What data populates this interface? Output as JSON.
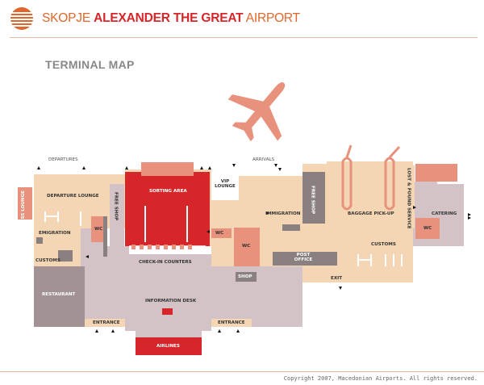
{
  "header": {
    "brand_prefix": "SKOPJE ",
    "brand_main": "ALEXANDER THE GREAT",
    "brand_suffix": " AIRPORT"
  },
  "page": {
    "title": "TERMINAL MAP"
  },
  "colors": {
    "accent": "#e2662b",
    "brand_red": "#d7262a",
    "beige": "#f4d6b4",
    "grey": "#d3c3c6",
    "salmon": "#e8917c",
    "dark_grey": "#8a8080"
  },
  "icons": {
    "airplane": "airplane-icon",
    "logo": "airport-logo-icon"
  },
  "map": {
    "departures": "DEPARTURES",
    "arrivals": "ARRIVALS",
    "business_lounge": "BUSINESS LOUNGE",
    "departure_lounge": "DEPARTURE LOUNGE",
    "duty_free_shop": "FREE SHOP",
    "sorting_area": "SORTING AREA",
    "vip_lounge": "VIP LOUNGE",
    "free_shop_arrivals": "FREE SHOP",
    "immigration": "IMMIGRATION",
    "baggage_pickup": "BAGGAGE PICK-UP",
    "lost_found": "LOST & FOUND SERVICE",
    "catering": "CATERING",
    "emigration": "EMIGRATION",
    "wc": "WC",
    "customs": "CUSTOMS",
    "post_office": "POST OFFICE",
    "check_in": "CHECK-IN COUNTERS",
    "shop": "SHOP",
    "exit": "EXIT",
    "restaurant": "RESTAURANT",
    "information_desk": "INFORMATION DESK",
    "entrance": "ENTRANCE",
    "airlines": "AIRLINES"
  },
  "footer": {
    "copyright": "Copyright 2007, Macedonian Airports. All rights reserved."
  }
}
